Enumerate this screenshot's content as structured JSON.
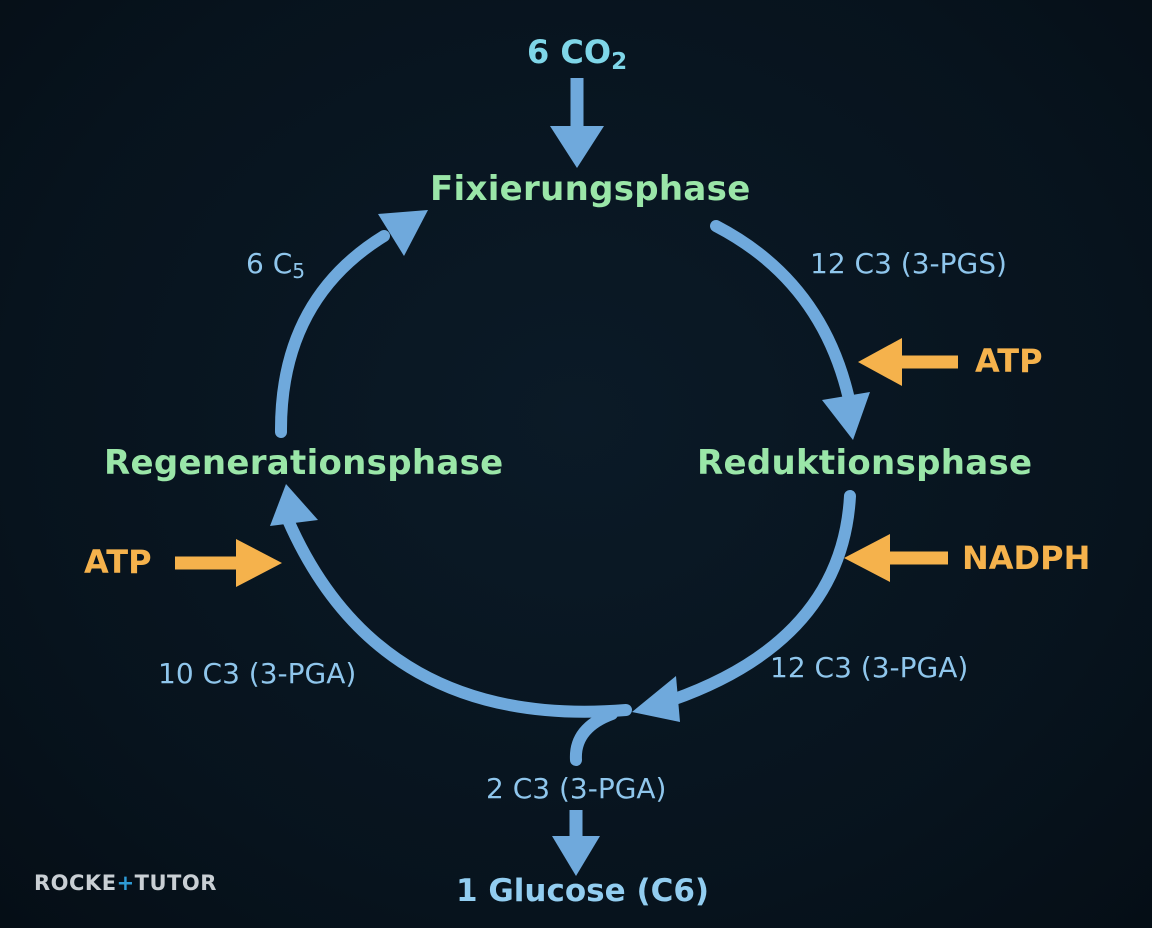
{
  "colors": {
    "background": "#07131d",
    "cycle_arrow": "#6fa9dc",
    "phase_text": "#9ae6a8",
    "molecule_text": "#8fc6ec",
    "energy": "#f5b24c",
    "brand_accent": "#2e9bd6"
  },
  "inputs": {
    "co2_num": "6 CO",
    "co2_sub": "2"
  },
  "phases": {
    "fixation": "Fixierungsphase",
    "reduction": "Reduktionsphase",
    "regeneration": "Regenerationsphase"
  },
  "molecules": {
    "pgs": "12 C3 (3-PGS)",
    "pga_12": "12 C3 (3-PGA)",
    "pga_10": "10 C3 (3-PGA)",
    "pga_2": "2 C3 (3-PGA)",
    "c5_num": "6 C",
    "c5_sub": "5"
  },
  "energy": {
    "atp_reduction": "ATP",
    "nadph": "NADPH",
    "atp_regeneration": "ATP"
  },
  "output": {
    "glucose": "1 Glucose (C6)"
  },
  "brand": {
    "part1": "ROCKE",
    "plus": "+",
    "part2": "TUTO",
    "o_mark": "⊙",
    "part3": "R"
  }
}
